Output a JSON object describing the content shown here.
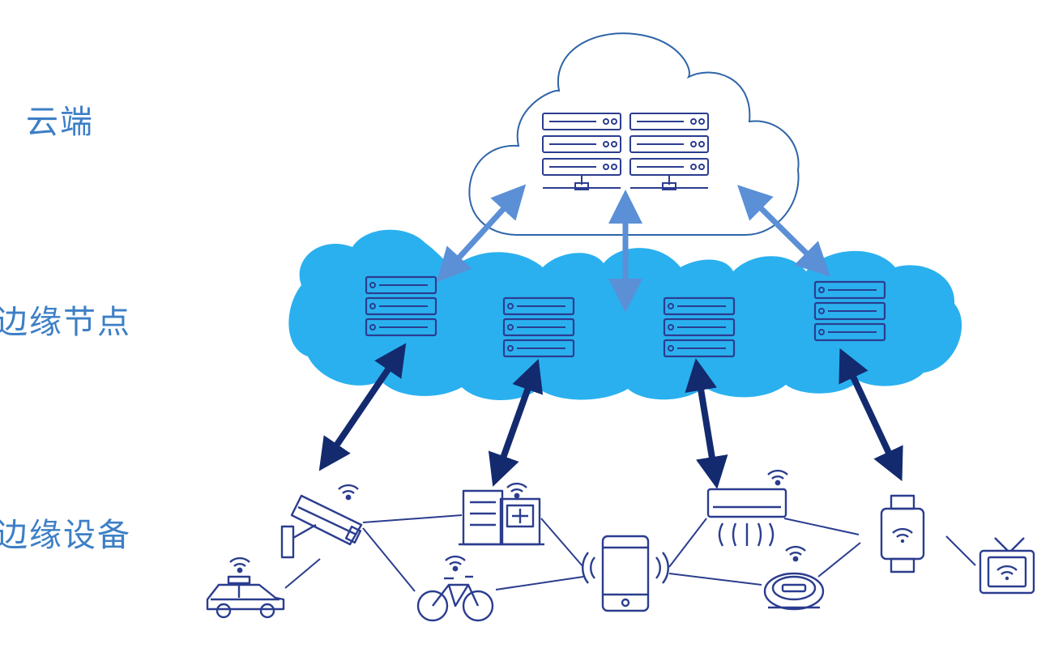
{
  "labels": {
    "cloud": "云端",
    "edge_node": "边缘节点",
    "edge_device": "边缘设备"
  },
  "colors": {
    "label_text": "#3d7fc6",
    "cloud_outline": "#2e64a8",
    "edge_cloud_fill": "#2ab0ef",
    "icon_stroke": "#2b3d8f",
    "arrow_light": "#5b8fd6",
    "arrow_dark": "#132a6e",
    "link_line": "#2b3d8f"
  },
  "icons": {
    "cloud_servers": [
      "server-rack-icon",
      "server-rack-icon"
    ],
    "edge_servers": [
      "server-rack-icon",
      "server-rack-icon",
      "server-rack-icon",
      "server-rack-icon"
    ],
    "devices": [
      "security-camera-icon",
      "taxi-icon",
      "factory-building-icon",
      "bicycle-icon",
      "smartphone-icon",
      "air-conditioner-icon",
      "robot-vacuum-icon",
      "smartwatch-icon",
      "television-icon"
    ]
  }
}
